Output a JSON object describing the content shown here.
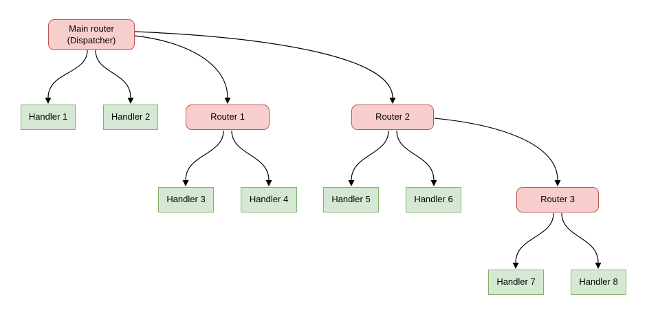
{
  "diagram": {
    "nodes": [
      {
        "id": "main-router",
        "type": "router",
        "label": "Main router\n(Dispatcher)"
      },
      {
        "id": "handler-1",
        "type": "handler",
        "label": "Handler 1"
      },
      {
        "id": "handler-2",
        "type": "handler",
        "label": "Handler 2"
      },
      {
        "id": "router-1",
        "type": "router",
        "label": "Router 1"
      },
      {
        "id": "router-2",
        "type": "router",
        "label": "Router 2"
      },
      {
        "id": "handler-3",
        "type": "handler",
        "label": "Handler 3"
      },
      {
        "id": "handler-4",
        "type": "handler",
        "label": "Handler 4"
      },
      {
        "id": "handler-5",
        "type": "handler",
        "label": "Handler 5"
      },
      {
        "id": "handler-6",
        "type": "handler",
        "label": "Handler 6"
      },
      {
        "id": "router-3",
        "type": "router",
        "label": "Router 3"
      },
      {
        "id": "handler-7",
        "type": "handler",
        "label": "Handler 7"
      },
      {
        "id": "handler-8",
        "type": "handler",
        "label": "Handler 8"
      }
    ],
    "edges": [
      {
        "from": "main-router",
        "to": "handler-1"
      },
      {
        "from": "main-router",
        "to": "handler-2"
      },
      {
        "from": "main-router",
        "to": "router-1"
      },
      {
        "from": "main-router",
        "to": "router-2"
      },
      {
        "from": "router-1",
        "to": "handler-3"
      },
      {
        "from": "router-1",
        "to": "handler-4"
      },
      {
        "from": "router-2",
        "to": "handler-5"
      },
      {
        "from": "router-2",
        "to": "handler-6"
      },
      {
        "from": "router-2",
        "to": "router-3"
      },
      {
        "from": "router-3",
        "to": "handler-7"
      },
      {
        "from": "router-3",
        "to": "handler-8"
      }
    ],
    "colors": {
      "router_fill": "#f8cecc",
      "router_border": "#b85450",
      "handler_fill": "#d5e8d4",
      "handler_border": "#82b366",
      "edge": "#000000",
      "text": "#000000"
    }
  }
}
